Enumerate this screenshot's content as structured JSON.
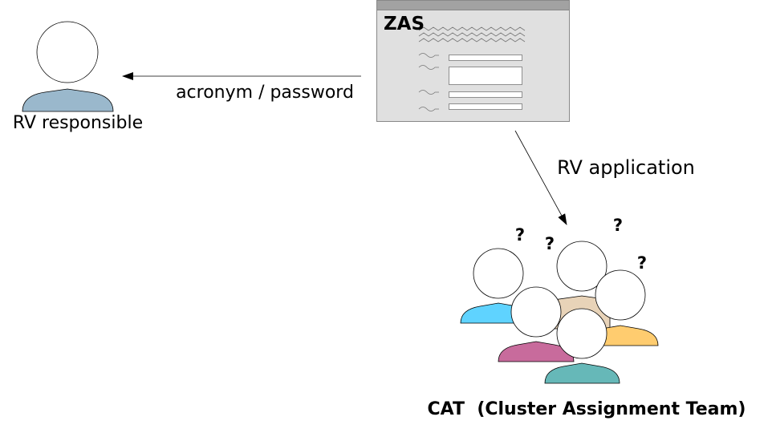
{
  "rv_person": {
    "label": "RV responsible",
    "color": "#9ab8cc"
  },
  "edge_credentials": {
    "label": "acronym / password"
  },
  "zas_window": {
    "title": "ZAS"
  },
  "edge_application": {
    "label": "RV application"
  },
  "cat": {
    "label": "CAT  (Cluster Assignment Team)",
    "question_mark": "?",
    "member_colors": [
      "#5fd3ff",
      "#e8d3b8",
      "#ffcc6f",
      "#c86b9c",
      "#66b8b8"
    ]
  }
}
